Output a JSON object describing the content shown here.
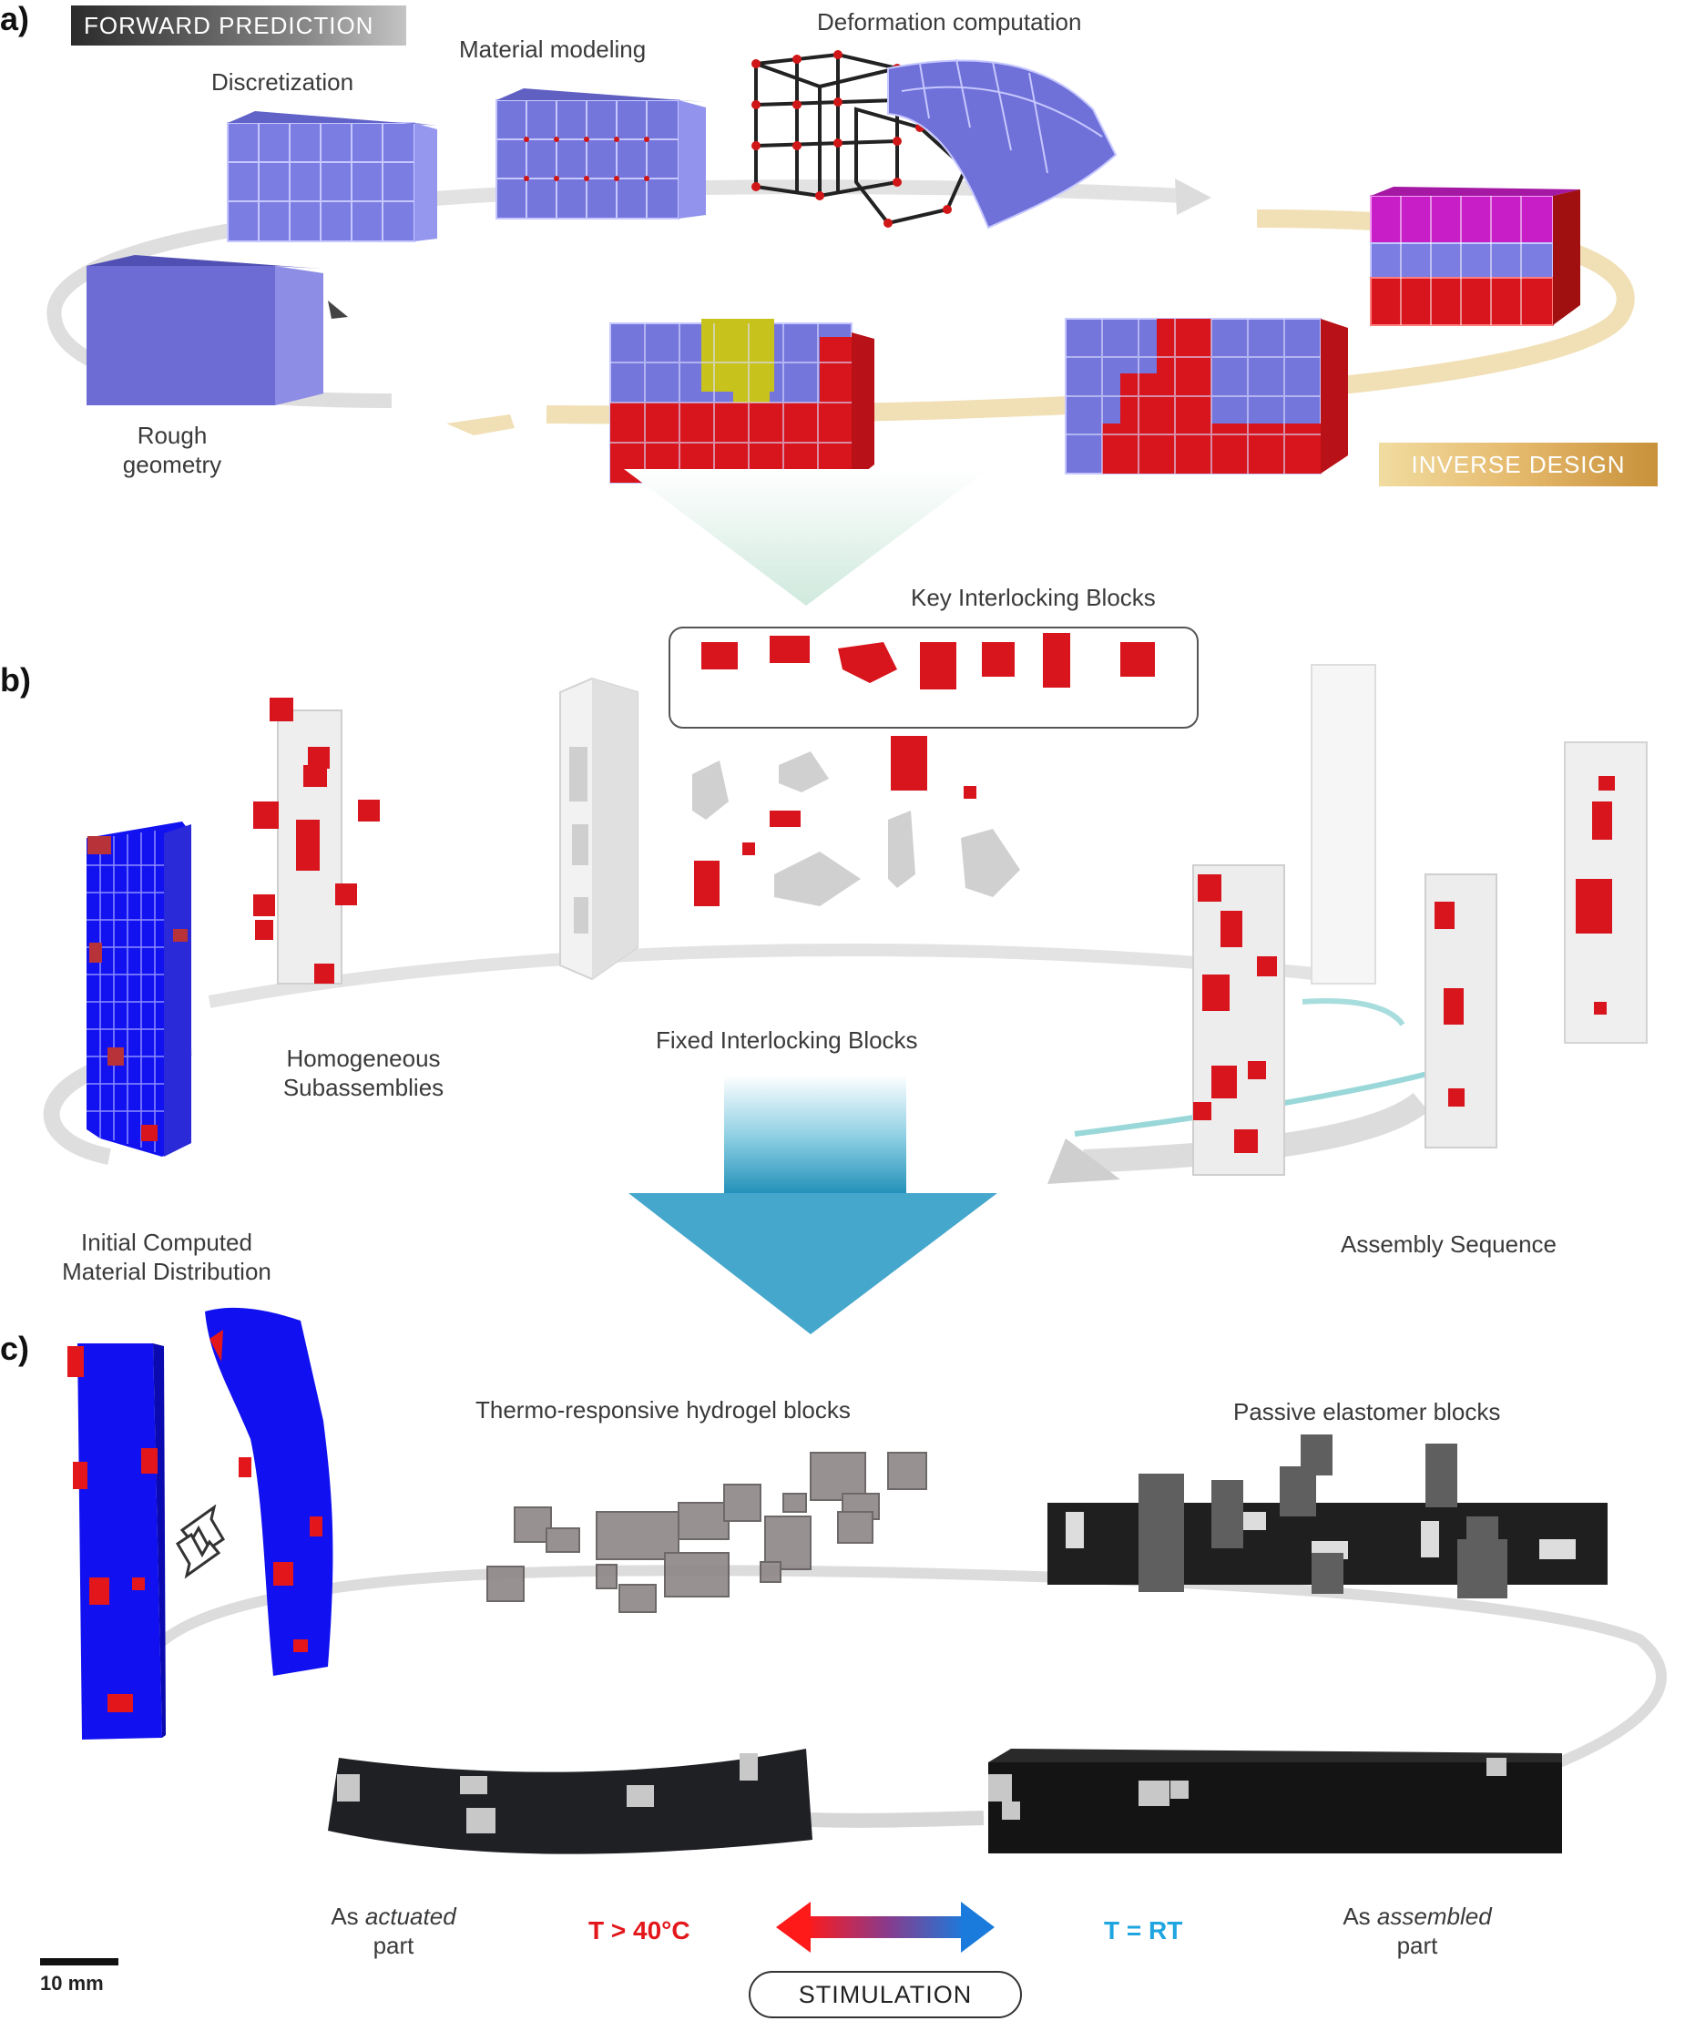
{
  "panels": {
    "a": "a)",
    "b": "b)",
    "c": "c)"
  },
  "section_a": {
    "forward_badge": "FORWARD PREDICTION",
    "inverse_badge": "INVERSE DESIGN",
    "discretization": "Discretization",
    "material_modeling": "Material modeling",
    "deformation_computation": "Deformation computation",
    "rough_geometry": [
      "Rough",
      "geometry"
    ]
  },
  "section_b": {
    "key_blocks": "Key Interlocking Blocks",
    "homogeneous": [
      "Homogeneous",
      "Subassemblies"
    ],
    "fixed_blocks": "Fixed Interlocking Blocks",
    "initial_distribution": [
      "Initial Computed",
      "Material Distribution"
    ],
    "assembly_sequence": "Assembly Sequence"
  },
  "section_c": {
    "hydrogel_blocks": "Thermo-responsive hydrogel blocks",
    "elastomer_blocks": "Passive elastomer blocks",
    "actuated_part": {
      "prefix": "As ",
      "emph": "actuated",
      "suffix": "part"
    },
    "assembled_part": {
      "prefix": "As ",
      "emph": "assembled",
      "suffix": "part"
    },
    "hot_condition": "T > 40°C",
    "cold_condition": "T = RT",
    "stimulation": "STIMULATION",
    "scale_bar": "10 mm"
  },
  "colors": {
    "active_red": "#d8141c",
    "passive_blue": "#7073d6",
    "fem_blue": "#1212f0",
    "magenta": "#c81ec8",
    "yellow": "#c8c21c",
    "hot": "#e3171b",
    "cold": "#1fa6e0",
    "gold": "#e2b86a"
  },
  "icons": [
    "forward-arrow-icon",
    "inverse-arrow-icon",
    "down-arrow-icon",
    "double-arrow-icon"
  ]
}
